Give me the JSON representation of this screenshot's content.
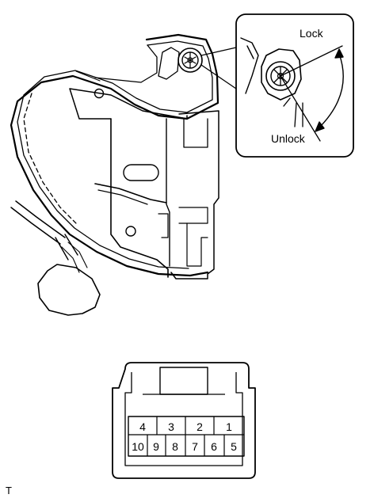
{
  "callout": {
    "lock_label": "Lock",
    "unlock_label": "Unlock"
  },
  "connector": {
    "top_row": [
      "4",
      "3",
      "2",
      "1"
    ],
    "bottom_row": [
      "10",
      "9",
      "8",
      "7",
      "6",
      "5"
    ]
  },
  "corner_mark": "T",
  "colors": {
    "line": "#000000",
    "background": "#ffffff"
  }
}
